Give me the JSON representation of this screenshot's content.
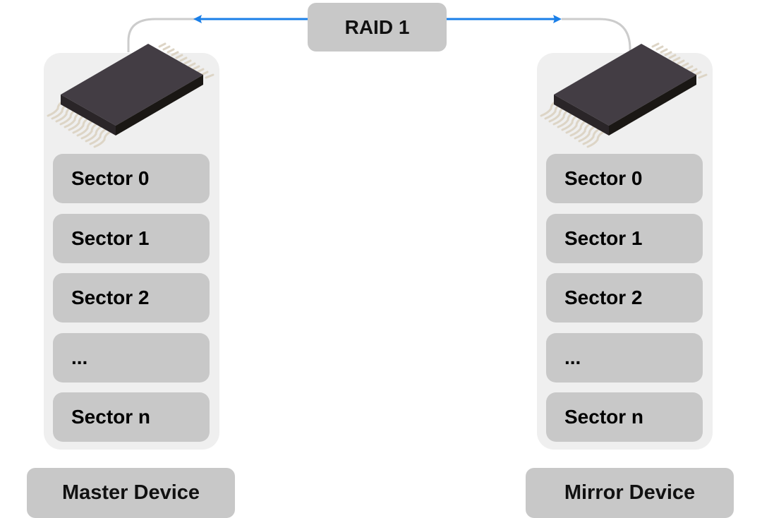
{
  "title": "RAID 1",
  "colors": {
    "arrow": "#1a7fe8",
    "connector": "#cccccc",
    "panel": "#efefef",
    "box": "#c8c8c8",
    "chip_top": "#433d44",
    "chip_side": "#1a1714",
    "pins": "#ddd5c6"
  },
  "devices": [
    {
      "name": "Master Device",
      "icon": "chip-icon",
      "sectors": [
        "Sector 0",
        "Sector 1",
        "Sector 2",
        "...",
        "Sector n"
      ]
    },
    {
      "name": "Mirror Device",
      "icon": "chip-icon",
      "sectors": [
        "Sector 0",
        "Sector 1",
        "Sector 2",
        "...",
        "Sector n"
      ]
    }
  ]
}
